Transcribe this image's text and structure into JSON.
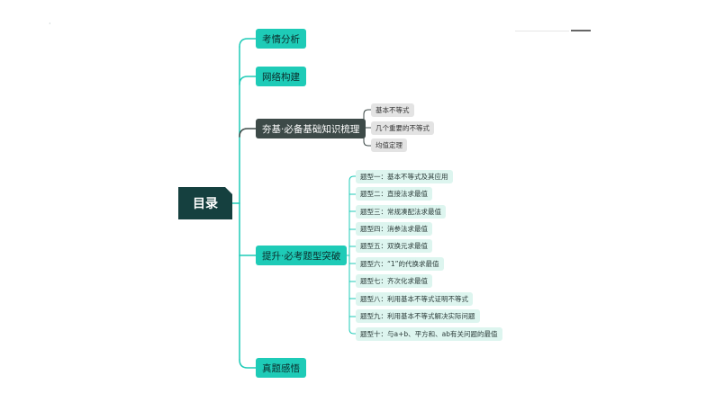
{
  "root": {
    "label": "目录"
  },
  "branches": {
    "kaoqing": {
      "label": "考情分析"
    },
    "wangluo": {
      "label": "网络构建"
    },
    "hangji": {
      "label": "夯基·必备基础知识梳理",
      "items": [
        "基本不等式",
        "几个重要的不等式",
        "均值定理"
      ]
    },
    "tisheng": {
      "label": "提升·必考题型突破",
      "items": [
        "题型一：基本不等式及其应用",
        "题型二：直接法求最值",
        "题型三：常规凑配法求最值",
        "题型四：消参法求最值",
        "题型五：双换元求最值",
        "题型六：“1”的代换求最值",
        "题型七：齐次化求最值",
        "题型八：利用基本不等式证明不等式",
        "题型九：利用基本不等式解决实际问题",
        "题型十：与a+b、平方和、ab有关问题的最值"
      ]
    },
    "zhenti": {
      "label": "真题感悟"
    }
  },
  "colors": {
    "root_bg": "#15403f",
    "teal_node": "#1ecbb7",
    "dark_node": "#3d4a48",
    "grey_leaf": "#e3e3e3",
    "teal_leaf": "#ddf5ef",
    "teal_line": "#1ecbb7",
    "dark_line": "#3d4a48"
  }
}
